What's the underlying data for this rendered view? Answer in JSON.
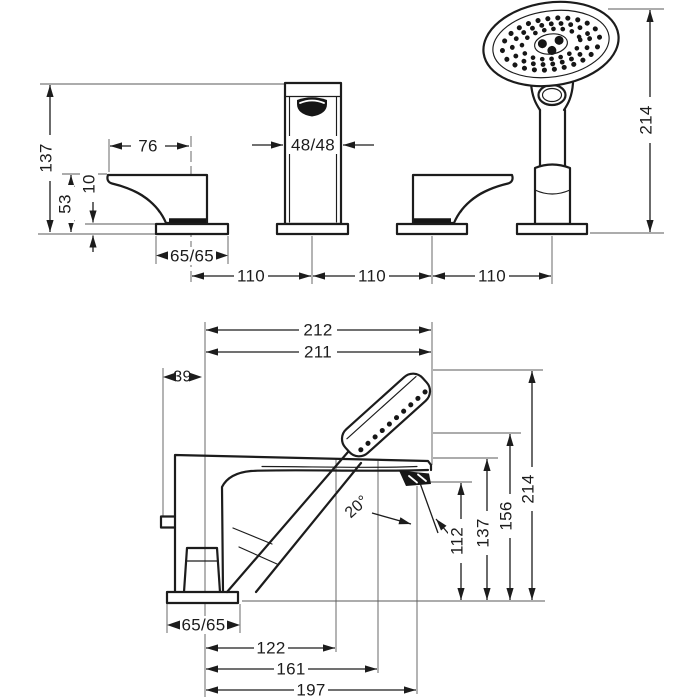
{
  "drawing": {
    "kind": "technical-dimension-drawing",
    "subject": "3-hole deck-mounted bath mixer with hand shower",
    "units": "mm",
    "colors": {
      "line": "#1c1c1c",
      "background": "#ffffff"
    },
    "front_view": {
      "dims": {
        "spout_height": "137",
        "lever_length": "76",
        "lever_height": "53",
        "escutcheon_height": "10",
        "spout_body_width": "48/48",
        "escutcheon_width": "65/65",
        "hole_spacing_1": "110",
        "hole_spacing_2": "110",
        "hole_spacing_3": "110",
        "handshower_height": "214"
      }
    },
    "side_view": {
      "dims": {
        "overall_reach": "212",
        "spout_reach": "211",
        "rear_offset": "39",
        "spray_angle": "20°",
        "outlet_height": "112",
        "body_height": "137",
        "holder_height": "156",
        "handshower_height": "214",
        "escutcheon_width": "65/65",
        "outlet_reach": "122",
        "mid_reach": "161",
        "tip_reach": "197"
      }
    }
  }
}
